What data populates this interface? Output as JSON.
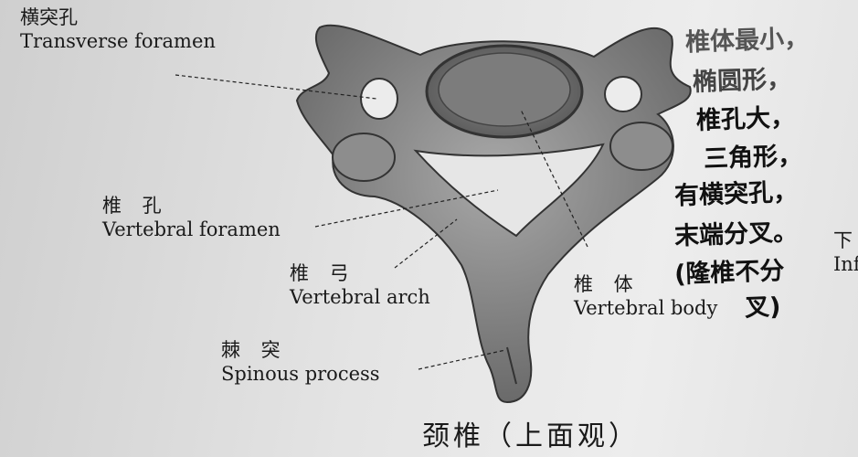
{
  "labels": {
    "transverse_foramen": {
      "zh": "横突孔",
      "en": "Transverse foramen"
    },
    "vertebral_foramen": {
      "zh": "椎 孔",
      "en": "Vertebral foramen"
    },
    "vertebral_arch": {
      "zh": "椎 弓",
      "en": "Vertebral arch"
    },
    "spinous_process": {
      "zh": "棘 突",
      "en": "Spinous process"
    },
    "vertebral_body": {
      "zh": "椎 体",
      "en": "Vertebral body"
    },
    "inferior_cut": {
      "zh": "下",
      "en": "Inf"
    }
  },
  "title": "颈椎（上面观）",
  "handwritten_notes": [
    "椎体最小，",
    "椭圆形，",
    "椎孔大，",
    "三角形，",
    "有横突孔，",
    "末端分叉。",
    "(隆椎不分",
    "叉)"
  ]
}
